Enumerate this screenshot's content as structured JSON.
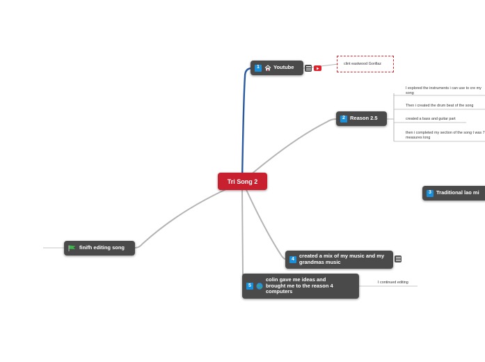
{
  "central": {
    "label": "Tri Song 2"
  },
  "branches": {
    "youtube": {
      "number": "1",
      "label": "Youtube",
      "icons": [
        "home-icon",
        "note-icon",
        "youtube-icon"
      ]
    },
    "reason": {
      "number": "2",
      "label": "Reason 2.5"
    },
    "traditional": {
      "number": "3",
      "label": "Traditional lao mi"
    },
    "mix": {
      "number": "4",
      "label": "created a mix of my music and my grandmas music",
      "icons": [
        "note-icon"
      ]
    },
    "colin": {
      "number": "5",
      "label": "colin gave me ideas and brought me to the reason 4 computers",
      "icons": [
        "globe-icon"
      ]
    },
    "finish": {
      "label": "finifh editing song",
      "icons": [
        "flag-icon"
      ]
    }
  },
  "subtopics": {
    "youtube_1": "clint eastwood Gorillaz",
    "reason_1": "I explored the instruments i can use to cre my song",
    "reason_2": "Then i created the drum beat of the song",
    "reason_3": "created a bass and guitar part",
    "reason_4": "then i completed my section of the song t was 7 measures long",
    "colin_1": "I continued editing"
  },
  "colors": {
    "central": "#c8202f",
    "topic": "#4a4a4a",
    "number_badge": "#1a8fd9",
    "boundary": "#e0202a",
    "link": "#b0b0b0",
    "link_blue": "#2a5aa0"
  }
}
